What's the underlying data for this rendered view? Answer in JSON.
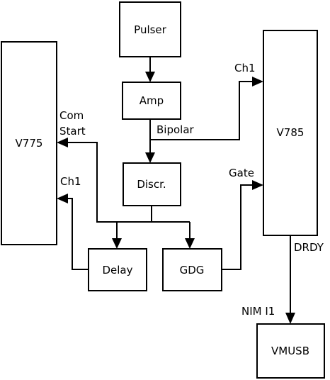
{
  "blocks": {
    "pulser": "Pulser",
    "amp": "Amp",
    "discr": "Discr.",
    "delay": "Delay",
    "gdg": "GDG",
    "v775": "V775",
    "v785": "V785",
    "vmusb": "VMUSB"
  },
  "labels": {
    "bipolar": "Bipolar",
    "ch1_v785": "Ch1",
    "gate": "Gate",
    "com": "Com",
    "start": "Start",
    "ch1_v775": "Ch1",
    "drdy": "DRDY",
    "nim_i1": "NIM I1"
  }
}
